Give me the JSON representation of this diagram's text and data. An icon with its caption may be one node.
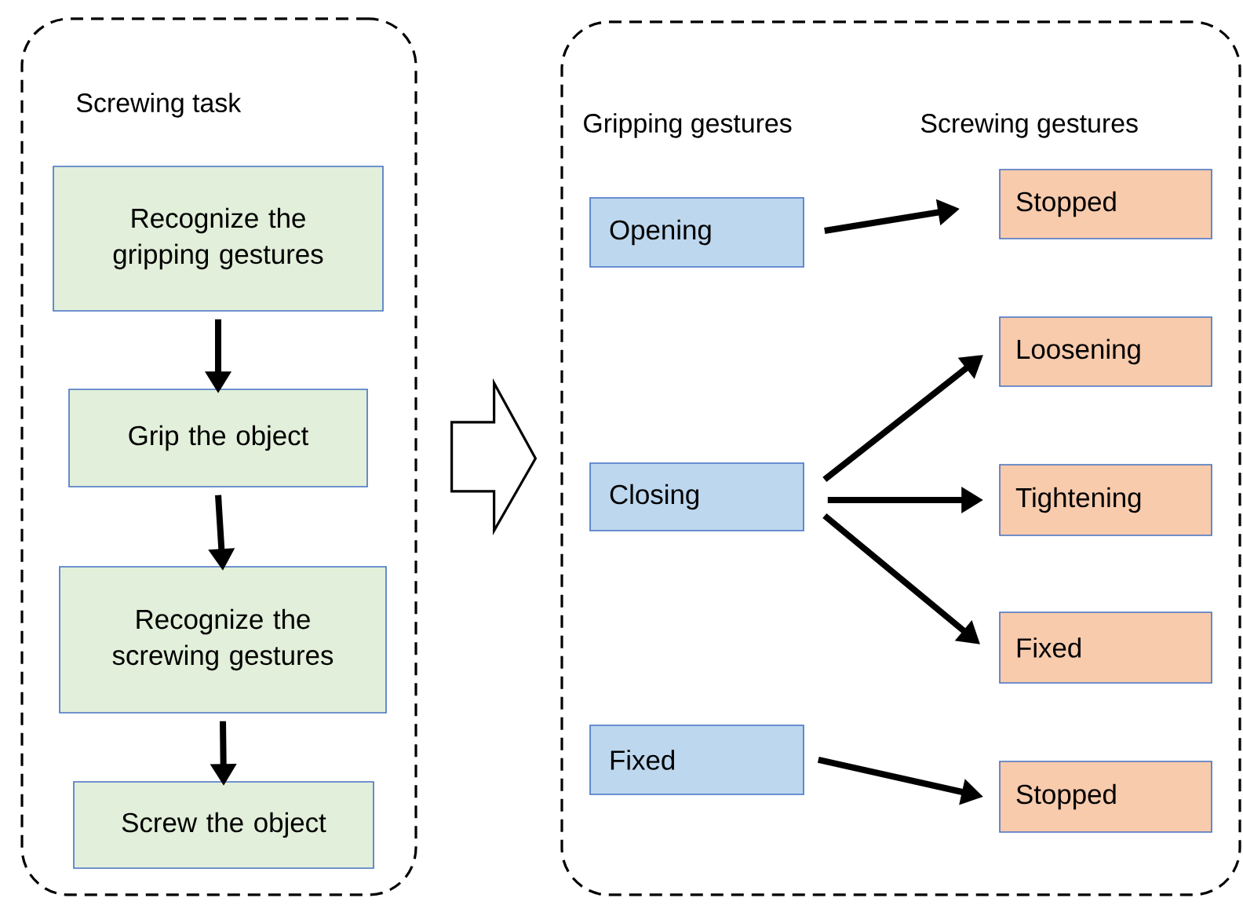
{
  "diagram": {
    "nodes": [
      {
        "text": [
          "Screwing task"
        ]
      },
      {
        "text": [
          "Recognize the gripping gestures"
        ],
        "in": 0
      },
      {
        "text": [
          "Grip the object"
        ],
        "in": 0
      },
      {
        "text": [
          "Recognize the screwing gestures"
        ],
        "in": 0
      },
      {
        "text": [
          "Screw the object"
        ],
        "in": 0
      },
      {
        "text": [
          "Gripping gestures",
          "Screwing gestures"
        ]
      },
      {
        "text": [
          "Opening"
        ],
        "in": 5
      },
      {
        "text": [
          "Closing"
        ],
        "in": 5
      },
      {
        "text": [
          "Fixed"
        ],
        "in": 5
      },
      {
        "text": [
          "Stopped"
        ],
        "in": 5
      },
      {
        "text": [
          "Loosening"
        ],
        "in": 5
      },
      {
        "text": [
          "Tightening"
        ],
        "in": 5
      },
      {
        "text": [
          "Fixed"
        ],
        "in": 5
      },
      {
        "text": [
          "Stopped"
        ],
        "in": 5
      }
    ],
    "edges": [
      {
        "from": 0,
        "to": 5,
        "arrow": "to"
      },
      {
        "from": 1,
        "to": 2,
        "arrow": "to"
      },
      {
        "from": 2,
        "to": 3,
        "arrow": "to"
      },
      {
        "from": 3,
        "to": 4,
        "arrow": "to"
      },
      {
        "from": 6,
        "to": 9,
        "arrow": "to"
      },
      {
        "from": 7,
        "to": 10,
        "arrow": "to"
      },
      {
        "from": 7,
        "to": 11,
        "arrow": "to"
      },
      {
        "from": 7,
        "to": 12,
        "arrow": "to"
      },
      {
        "from": 8,
        "to": 13,
        "arrow": "to"
      }
    ]
  }
}
